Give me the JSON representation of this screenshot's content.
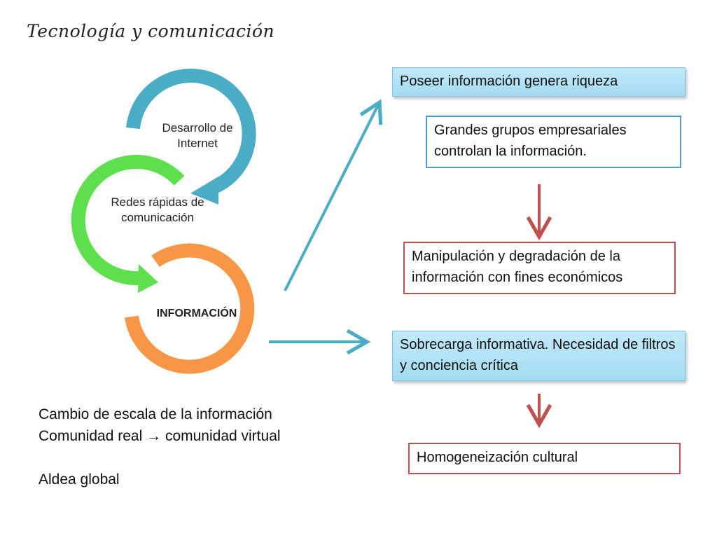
{
  "title": "Tecnología y comunicación",
  "cycle": {
    "top_label": "Desarrollo de Internet",
    "middle_label": "Redes rápidas de comunicación",
    "bottom_label": "INFORMACIÓN"
  },
  "boxes": {
    "riqueza": "Poseer información genera riqueza",
    "grupos": "Grandes grupos empresariales controlan la información.",
    "manipulacion": "Manipulación y degradación de la información con fines económicos",
    "sobrecarga": "Sobrecarga informativa. Necesidad de filtros y conciencia crítica",
    "homogeneizacion": "Homogeneización cultural"
  },
  "notes": {
    "line1": "Cambio de escala de la información",
    "line2_left": "Comunidad real",
    "line2_arrow": "→",
    "line2_right": "comunidad virtual",
    "line3": "Aldea global"
  },
  "colors": {
    "cycle_top": "#4bacc6",
    "cycle_middle": "#5ddf4e",
    "cycle_bottom": "#f79646",
    "arrow_blue": "#4bacc6",
    "arrow_red": "#c0504d"
  }
}
